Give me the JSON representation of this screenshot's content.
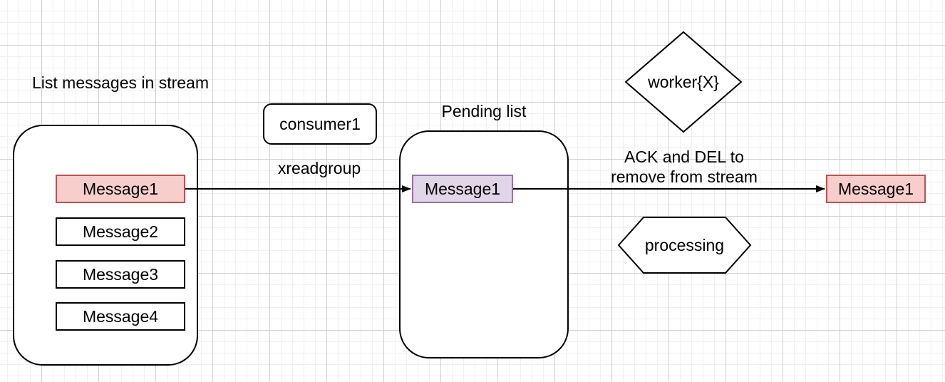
{
  "diagram": {
    "stream": {
      "title": "List messages in stream",
      "messages": [
        "Message1",
        "Message2",
        "Message3",
        "Message4"
      ]
    },
    "consumer": {
      "label": "consumer1"
    },
    "command_label": "xreadgroup",
    "pending": {
      "title": "Pending list",
      "message": "Message1"
    },
    "worker": {
      "label": "worker{X}"
    },
    "ack_note": {
      "line1": "ACK and DEL to",
      "line2": "remove from stream"
    },
    "processing": {
      "label": "processing"
    },
    "result_message": "Message1",
    "colors": {
      "highlight_fill": "#F8CECC",
      "highlight_stroke": "#B85450",
      "pending_fill": "#E1D5E7",
      "pending_stroke": "#9673A6",
      "shape_stroke": "#000000",
      "grid_minor": "#F0F0F0",
      "grid_major": "#D0D0D0"
    }
  }
}
